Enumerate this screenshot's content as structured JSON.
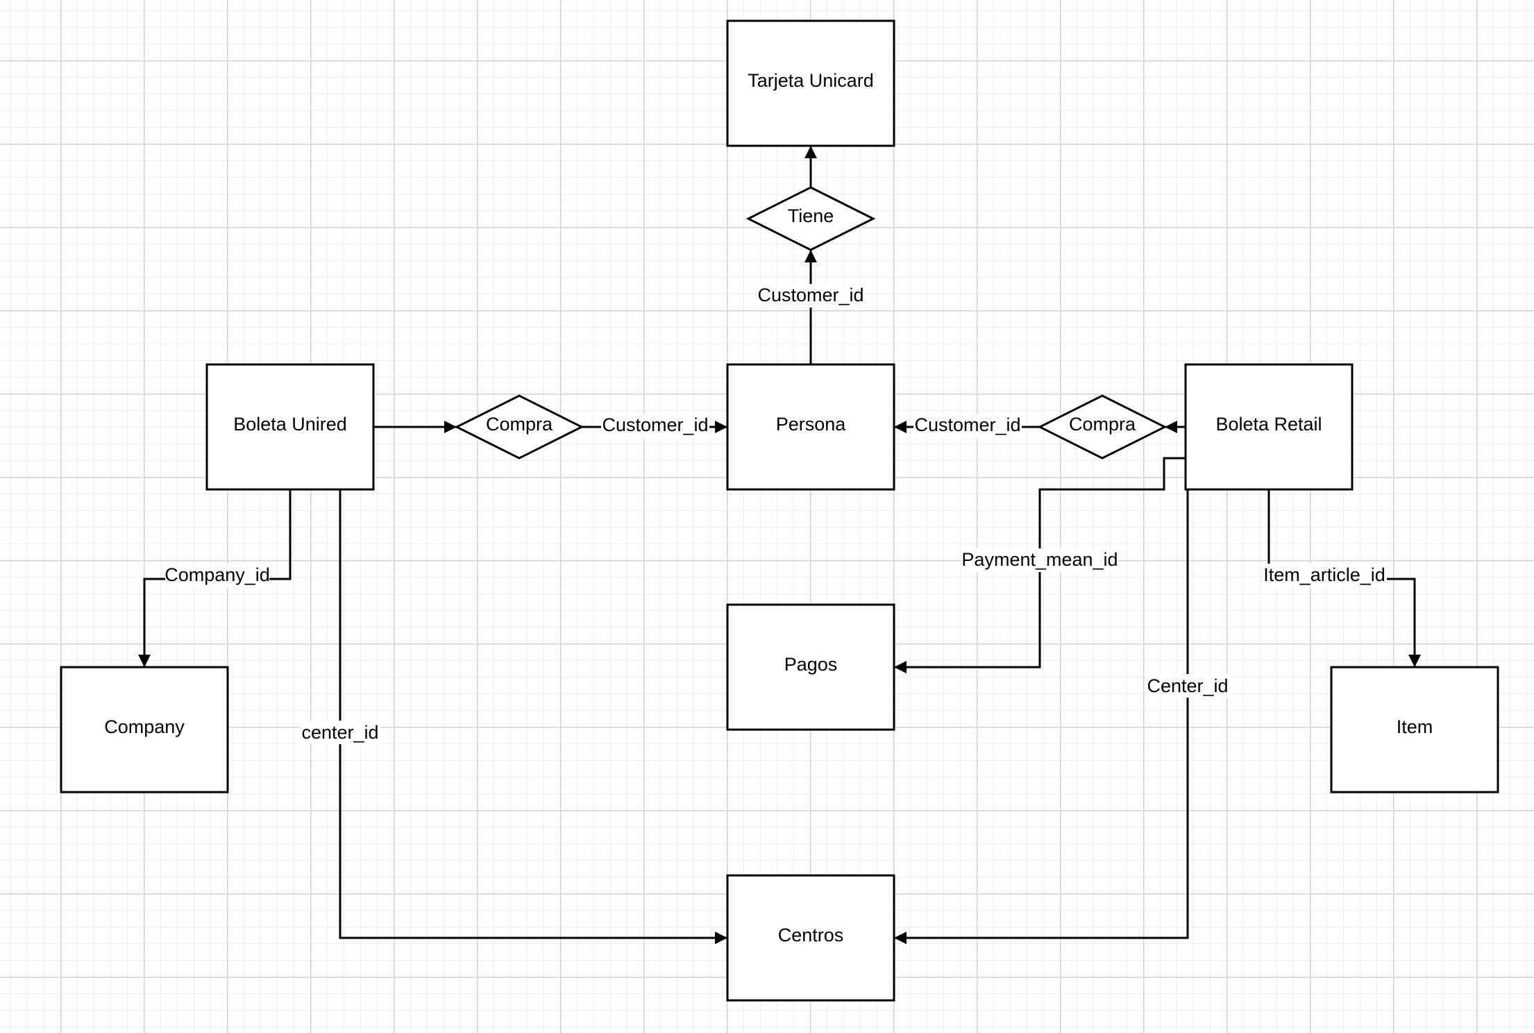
{
  "diagram": {
    "entities": {
      "tarjeta": "Tarjeta Unicard",
      "persona": "Persona",
      "boleta_unired": "Boleta Unired",
      "boleta_retail": "Boleta Retail",
      "company": "Company",
      "pagos": "Pagos",
      "item": "Item",
      "centros": "Centros"
    },
    "relationships": {
      "tiene": "Tiene",
      "compra_left": "Compra",
      "compra_right": "Compra"
    },
    "edge_labels": {
      "persona_tiene": "Customer_id",
      "compra_persona": "Customer_id",
      "compra_retail_persona": "Customer_id",
      "company_id": "Company_id",
      "center_id_left": "center_id",
      "payment_mean_id": "Payment_mean_id",
      "center_id_right": "Center_id",
      "item_article_id": "Item_article_id"
    },
    "colors": {
      "stroke": "#000000",
      "fill": "#ffffff",
      "grid_major": "#d2d2d2",
      "grid_minor": "#ececec"
    }
  }
}
